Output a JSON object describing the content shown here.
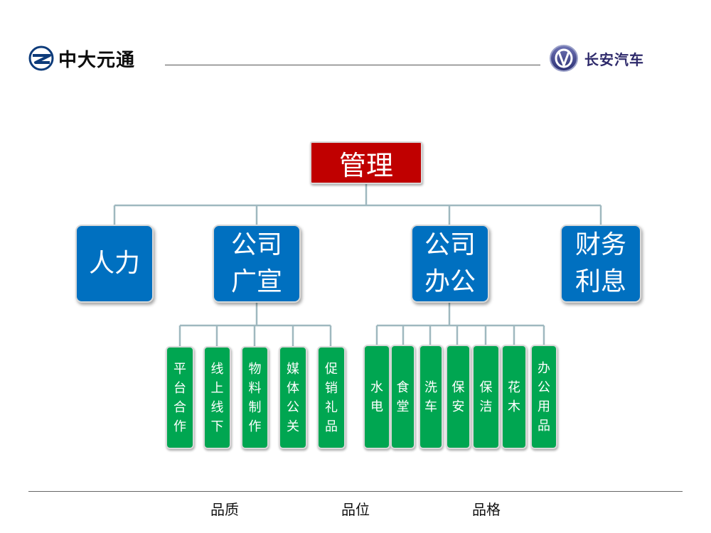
{
  "header": {
    "left_logo_text": "中大元通",
    "right_logo_text": "长安汽车"
  },
  "colors": {
    "root": "#c00000",
    "level2": "#0070c0",
    "level3": "#00a651",
    "connector": "#9fb8bf"
  },
  "org_chart": {
    "root": "管理",
    "departments": [
      {
        "label": "人力"
      },
      {
        "label": "公司\n广宣",
        "children": [
          "平\n台\n合\n作",
          "线\n上\n线\n下",
          "物\n料\n制\n作",
          "媒\n体\n公\n关",
          "促\n销\n礼\n品"
        ]
      },
      {
        "label": "公司\n办公",
        "children": [
          "水\n电",
          "食\n堂",
          "洗\n车",
          "保\n安",
          "保\n洁",
          "花\n木",
          "办\n公\n用\n品"
        ]
      },
      {
        "label": "财务\n利息"
      }
    ]
  },
  "footer": {
    "items": [
      "品质",
      "品位",
      "品格"
    ]
  }
}
